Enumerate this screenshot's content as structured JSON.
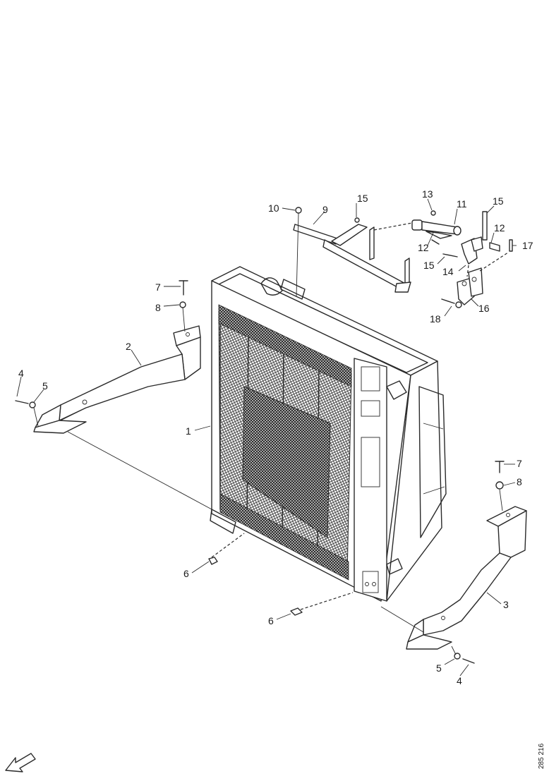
{
  "callouts": {
    "c1": "1",
    "c2": "2",
    "c4a": "4",
    "c5a": "5",
    "c7a": "7",
    "c8a": "8",
    "c9top": "9",
    "c10": "10",
    "c11": "11",
    "c12a": "12",
    "c12b": "12",
    "c13": "13",
    "c14": "14",
    "c15a": "15",
    "c15b": "15",
    "c15c": "15",
    "c16": "16",
    "c17": "17",
    "c18": "18",
    "c6a": "6",
    "c6b": "6",
    "c7b": "7",
    "c8b": "8",
    "c3": "3",
    "c5b": "5",
    "c4b": "4"
  },
  "doc_id": "285 216"
}
